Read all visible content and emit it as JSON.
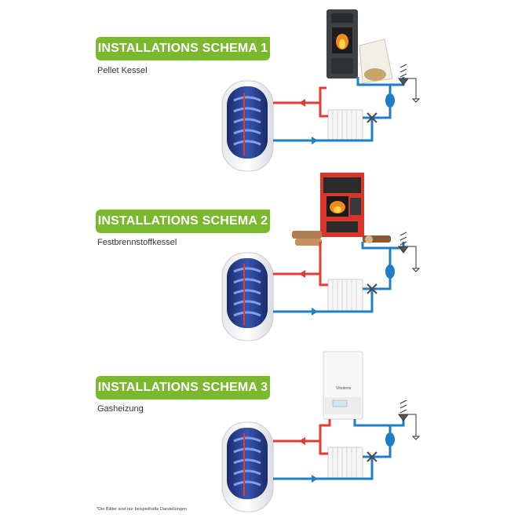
{
  "schemas": [
    {
      "title": "INSTALLATIONS SCHEMA 1",
      "subtitle": "Pellet Kessel",
      "heater": "pellet-stove"
    },
    {
      "title": "INSTALLATIONS SCHEMA 2",
      "subtitle": "Festbrennstoffkessel",
      "heater": "solid-fuel-boiler"
    },
    {
      "title": "INSTALLATIONS SCHEMA 3",
      "subtitle": "Gasheizung",
      "heater": "gas-boiler",
      "boiler_brand": "Vitodens"
    }
  ],
  "footnote": "*Die Bilder sind nur beispielhafte Darstellungen",
  "colors": {
    "accent": "#7ab92d",
    "hot_pipe": "#e23b36",
    "cold_pipe": "#1f7fc6",
    "tank_coil": "#2f4fa8"
  }
}
